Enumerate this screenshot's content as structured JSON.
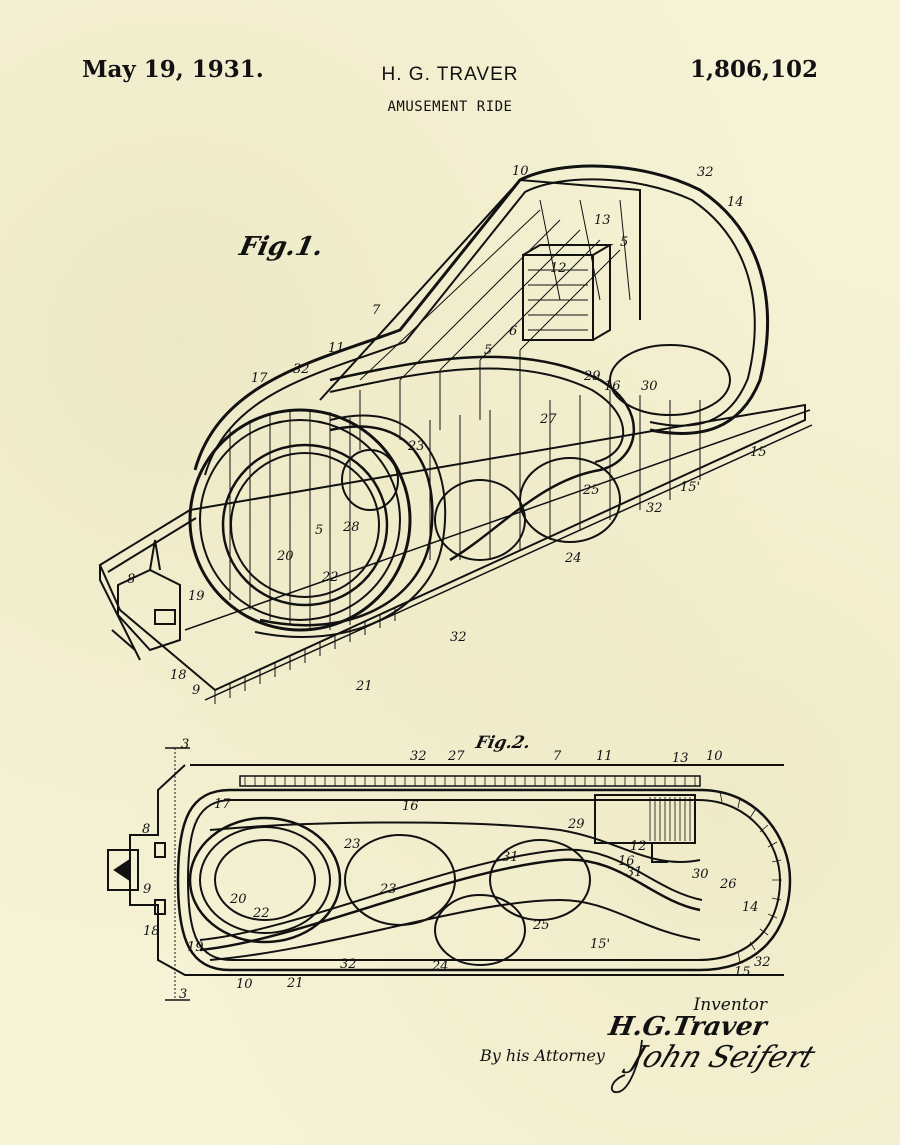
{
  "header": {
    "date": "May 19, 1931.",
    "inventor": "H. G. TRAVER",
    "patent_number": "1,806,102",
    "title": "AMUSEMENT RIDE"
  },
  "figures": {
    "fig1_label": "Fig.1.",
    "fig2_label": "Fig.2."
  },
  "fig1_numbers": [
    "10",
    "32",
    "14",
    "13",
    "5",
    "12",
    "7",
    "11",
    "6",
    "5",
    "17",
    "32",
    "29",
    "16",
    "30",
    "23",
    "27",
    "15",
    "28",
    "5",
    "15'",
    "25",
    "32",
    "20",
    "22",
    "24",
    "8",
    "19",
    "32",
    "18",
    "9",
    "21"
  ],
  "fig2_numbers": [
    "3",
    "32",
    "27",
    "7",
    "11",
    "13",
    "10",
    "17",
    "16",
    "29",
    "8",
    "23",
    "12",
    "31",
    "16",
    "31",
    "30",
    "26",
    "9",
    "23",
    "20",
    "22",
    "25",
    "14",
    "15'",
    "18",
    "19",
    "32",
    "24",
    "32",
    "15",
    "3",
    "10",
    "21"
  ],
  "signature": {
    "inventor_label": "Inventor",
    "inventor_name": "H.G.Traver",
    "attorney_label": "By his Attorney",
    "attorney_signature": "John Seifert"
  },
  "colors": {
    "paper": "#f6f3d6",
    "ink": "#111111"
  }
}
